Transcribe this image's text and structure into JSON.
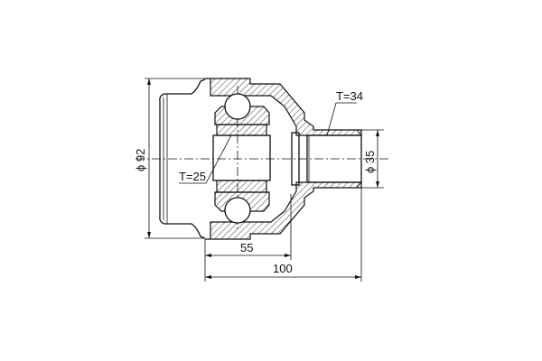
{
  "drawing": {
    "labels": {
      "outer_diameter": "ϕ 92",
      "shaft_diameter": "ϕ 35",
      "inner_teeth": "T=25",
      "outer_teeth": "T=34",
      "length_short": "55",
      "length_total": "100"
    },
    "colors": {
      "line": "#111111",
      "background": "#ffffff"
    }
  }
}
